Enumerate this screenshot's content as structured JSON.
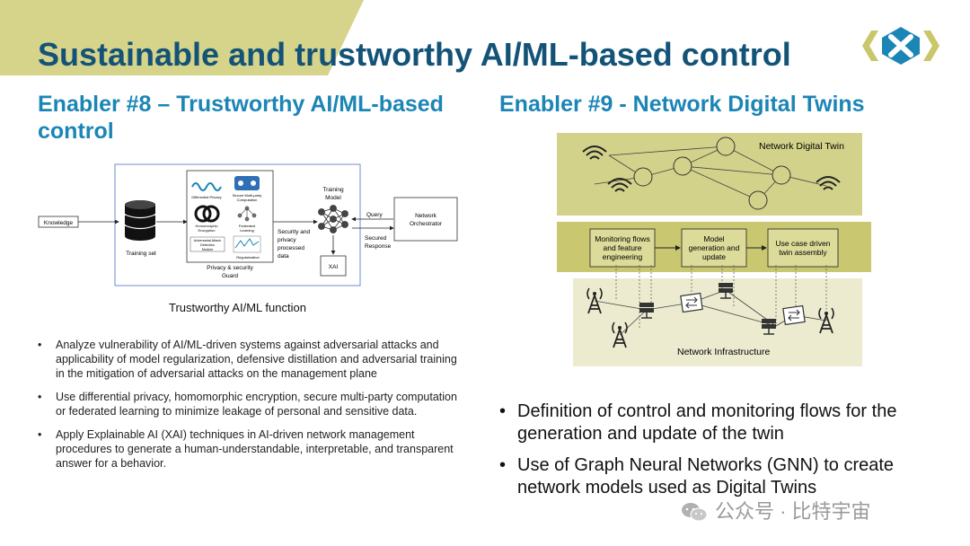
{
  "slide": {
    "title": "Sustainable and trustworthy AI/ML-based control",
    "colors": {
      "title": "#135378",
      "subtitle": "#1b85b6",
      "band": "#d6d48a",
      "twin_fill": "#d3d28a"
    }
  },
  "left": {
    "heading": "Enabler #8 – Trustworthy AI/ML-based control",
    "diagram": {
      "knowledge": "Knowledge",
      "training_set": "Training set",
      "differential_privacy": "Differential Privacy",
      "secure_mpc_line1": "Secure Multi-party",
      "secure_mpc_line2": "Computation",
      "homomorphic_line1": "Homomorphic",
      "homomorphic_line2": "Encryption",
      "federated_line1": "Federated",
      "federated_line2": "Learning",
      "attack_line1": "Adversarial Attack",
      "attack_line2": "Detection",
      "attack_line3": "Module",
      "regularization": "Regularization",
      "guard_line1": "Privacy & security",
      "guard_line2": "Guard",
      "processed_line1": "Security and",
      "processed_line2": "privacy",
      "processed_line3": "processed",
      "processed_line4": "data",
      "training_model_line1": "Training",
      "training_model_line2": "Model",
      "query": "Query",
      "secured_line1": "Secured",
      "secured_line2": "Response",
      "orchestrator_line1": "Network",
      "orchestrator_line2": "Orchestrator",
      "xai": "XAI"
    },
    "caption": "Trustworthy AI/ML function",
    "bullets": [
      "Analyze vulnerability of AI/ML-driven systems against adversarial attacks and applicability of model regularization, defensive distillation and adversarial training in the mitigation of adversarial attacks on the management plane",
      "Use differential privacy, homomorphic encryption, secure multi-party computation or federated learning to minimize leakage of personal and sensitive data.",
      "Apply Explainable AI (XAI) techniques in AI-driven network management procedures to generate a human-understandable, interpretable, and transparent answer for a behavior."
    ]
  },
  "right": {
    "heading": "Enabler #9 - Network Digital Twins",
    "diagram": {
      "twin_label": "Network Digital Twin",
      "box1_line1": "Monitoring flows",
      "box1_line2": "and feature",
      "box1_line3": "engineering",
      "box2_line1": "Model",
      "box2_line2": "generation and",
      "box2_line3": "update",
      "box3_line1": "Use case driven",
      "box3_line2": "twin assembly",
      "infra_label": "Network Infrastructure"
    },
    "bullets": [
      "Definition of control and monitoring flows for the generation and update of the twin",
      "Use of Graph Neural Networks (GNN) to create network models used as Digital Twins"
    ]
  },
  "watermark": {
    "text": "公众号 · 比特宇宙",
    "icon": "wechat-icon"
  }
}
